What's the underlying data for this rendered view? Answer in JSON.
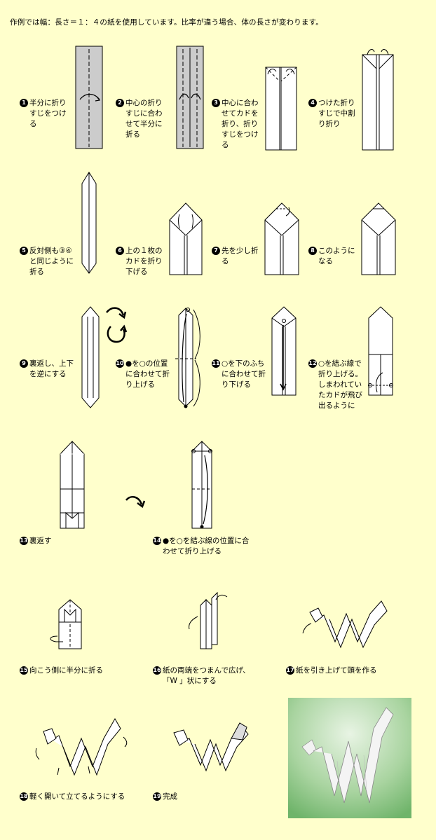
{
  "intro": "作例では幅：長さ＝１：４の紙を使用しています。比率が違う場合、体の長さが変わります。",
  "steps": [
    {
      "num": "1",
      "text": "半分に折り\nすじをつけ\nる"
    },
    {
      "num": "2",
      "text": "中心の折り\nすじに合わ\nせて半分に\n折る"
    },
    {
      "num": "3",
      "text": "中心に合わ\nせてカドを\n折り、折り\nすじをつけ\nる"
    },
    {
      "num": "4",
      "text": "つけた折り\nすじで中割\nり折り"
    },
    {
      "num": "5",
      "text": "反対側も③④\nと同じように\n折る"
    },
    {
      "num": "6",
      "text": "上の１枚の\nカドを折り\n下げる"
    },
    {
      "num": "7",
      "text": "先を少し折\nる"
    },
    {
      "num": "8",
      "text": "このように\nなる"
    },
    {
      "num": "9",
      "text": "裏返し、上下\nを逆にする"
    },
    {
      "num": "10",
      "text": "●を○の位置\nに合わせて折\nり上げる"
    },
    {
      "num": "11",
      "text": "○を下のふち\nに合わせて折\nり下げる"
    },
    {
      "num": "12",
      "text": "○を結ぶ線で\n折り上げる。\nしまわれてい\nたカドが飛び\n出るように"
    },
    {
      "num": "13",
      "text": "裏返す"
    },
    {
      "num": "14",
      "text": "●を○を結ぶ線の位置に合\nわせて折り上げる"
    },
    {
      "num": "15",
      "text": "向こう側に半分に折る"
    },
    {
      "num": "16",
      "text": "紙の両端をつまんで広げ、\n「W 」状にする"
    },
    {
      "num": "17",
      "text": "紙を引き上げて頭を作る"
    },
    {
      "num": "18",
      "text": "軽く開いて立てるようにする"
    },
    {
      "num": "19",
      "text": "完成"
    }
  ],
  "colors": {
    "background": "#FFFFCC",
    "paper": "#FFFFFF",
    "paper_back": "#CCCCCC",
    "line": "#000000"
  }
}
